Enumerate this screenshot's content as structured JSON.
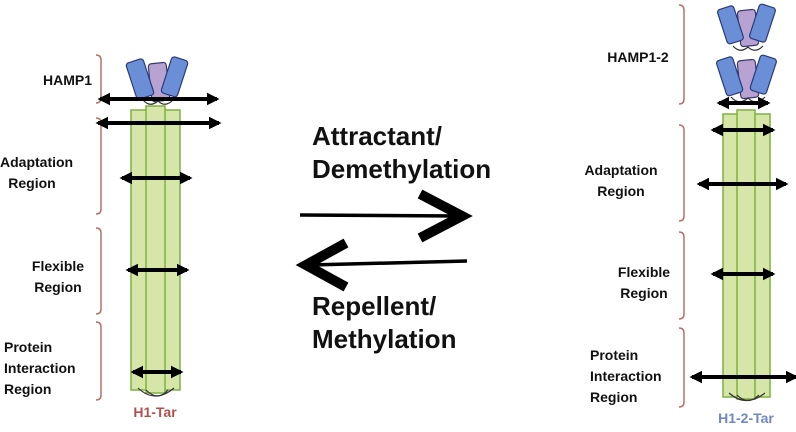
{
  "left_receptor": {
    "caption": "H1-Tar",
    "regions": [
      {
        "name": "HAMP1"
      },
      {
        "name": "Adaptation\nRegion"
      },
      {
        "name": "Flexible\nRegion"
      },
      {
        "name": "Protein\nInteraction\nRegion"
      }
    ]
  },
  "right_receptor": {
    "caption": "H1-2-Tar",
    "regions": [
      {
        "name": "HAMP1-2"
      },
      {
        "name": "Adaptation\nRegion"
      },
      {
        "name": "Flexible\nRegion"
      },
      {
        "name": "Protein\nInteraction\nRegion"
      }
    ]
  },
  "arrows": {
    "forward": "Attractant/\nDemethylation",
    "reverse": "Repellent/\nMethylation"
  },
  "colors": {
    "helix_fill": "#d6e6a8",
    "helix_stroke": "#7fb040",
    "hamp_blue": "#6a8fd6",
    "hamp_purple": "#b7a2d2",
    "bracket": "#b5716a",
    "left_caption": "#b0524c",
    "right_caption": "#6f88c4"
  }
}
